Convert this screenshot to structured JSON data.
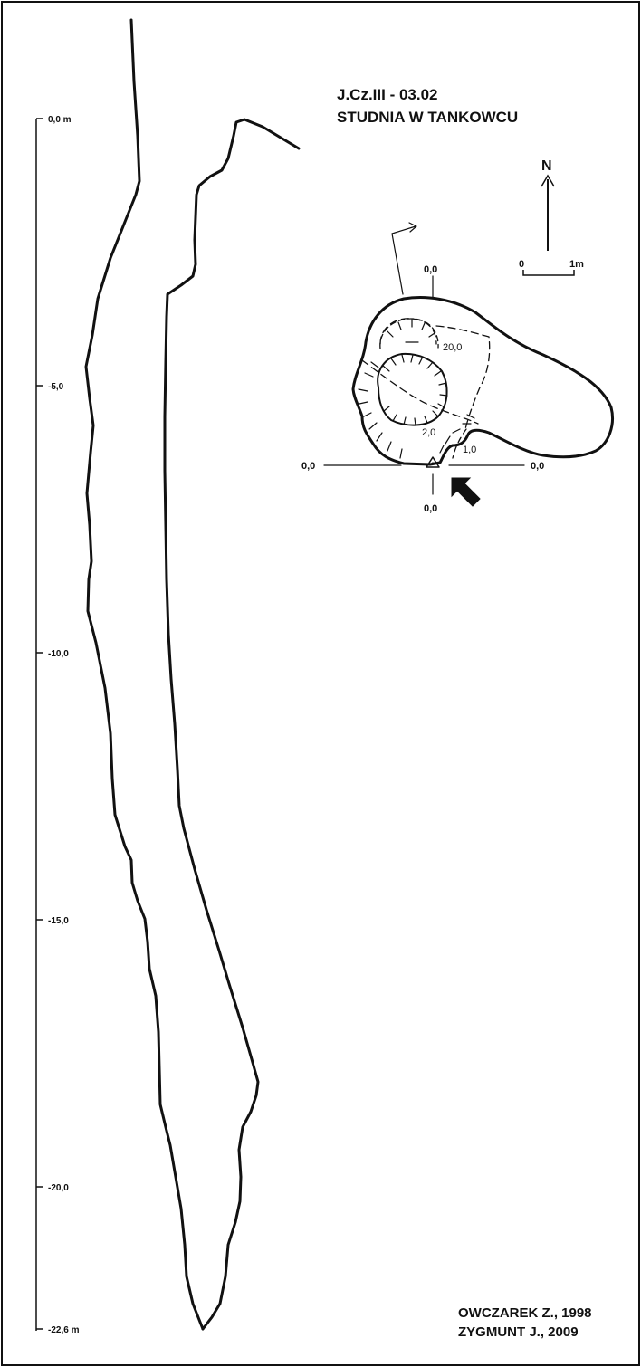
{
  "title": {
    "line1": "J.Cz.III - 03.02",
    "line2": "STUDNIA W TANKOWCU"
  },
  "authors": {
    "line1": "OWCZAREK Z., 1998",
    "line2": "ZYGMUNT J., 2009"
  },
  "depth_scale": {
    "ticks": [
      {
        "label": "0,0 m"
      },
      {
        "label": "-5,0"
      },
      {
        "label": "-10,0"
      },
      {
        "label": "-15,0"
      },
      {
        "label": "-20,0"
      },
      {
        "label": "-22,6 m"
      }
    ]
  },
  "north_arrow": {
    "label": "N"
  },
  "scale_bar": {
    "start": "0",
    "end": "1m"
  },
  "plan": {
    "axis_top": "0,0",
    "axis_bottom": "0,0",
    "axis_left": "0,0",
    "axis_right": "0,0",
    "depth_labels": {
      "a": "20,0",
      "b": "2,0",
      "c": "1,0"
    }
  },
  "colors": {
    "ink": "#111111",
    "background": "#ffffff"
  }
}
